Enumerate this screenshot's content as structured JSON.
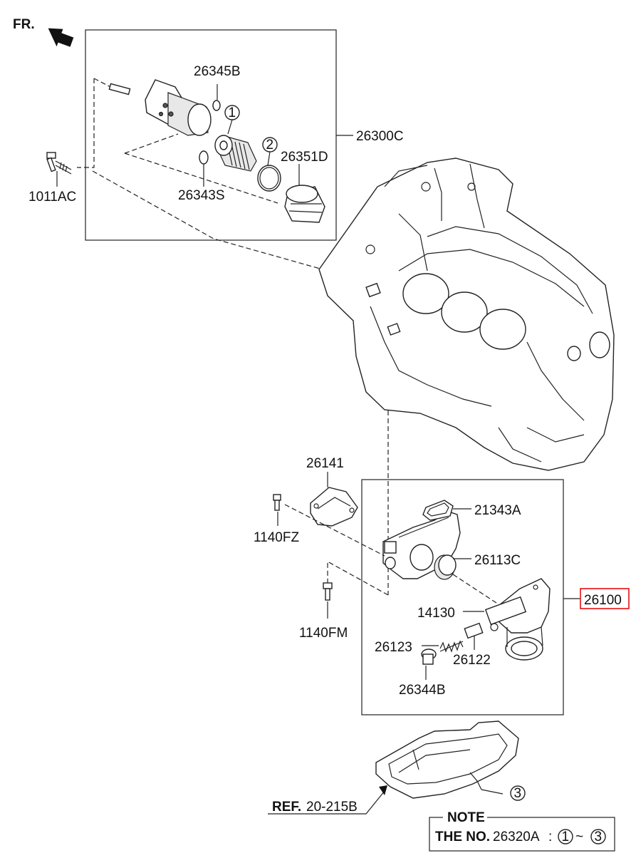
{
  "direction": {
    "fr_label": "FR."
  },
  "callouts": {
    "oil_filter_assy": "26300C",
    "drain_plug_gasket": "26345B",
    "filter_element": "26351D",
    "o_ring": "26343S",
    "bolt_upper": "1011AC",
    "oil_pump_assy": "26100",
    "pump_gasket": "21343A",
    "seal": "26113C",
    "cover": "26141",
    "bolt_cover": "1140FZ",
    "bolt_pump": "1140FM",
    "relief_valve_body": "14130",
    "spring": "26123",
    "plunger": "26122",
    "plug": "26344B"
  },
  "circled_numbers": {
    "one": "1",
    "two": "2",
    "three": "3"
  },
  "reference": {
    "prefix": "REF.",
    "code": "20-215B"
  },
  "note": {
    "title": "NOTE",
    "text_prefix": "THE NO.",
    "part": "26320A",
    "colon": ":",
    "range_sep": "~",
    "from": "1",
    "to": "3"
  },
  "colors": {
    "highlight_box": "#e00000",
    "line": "#222222"
  }
}
